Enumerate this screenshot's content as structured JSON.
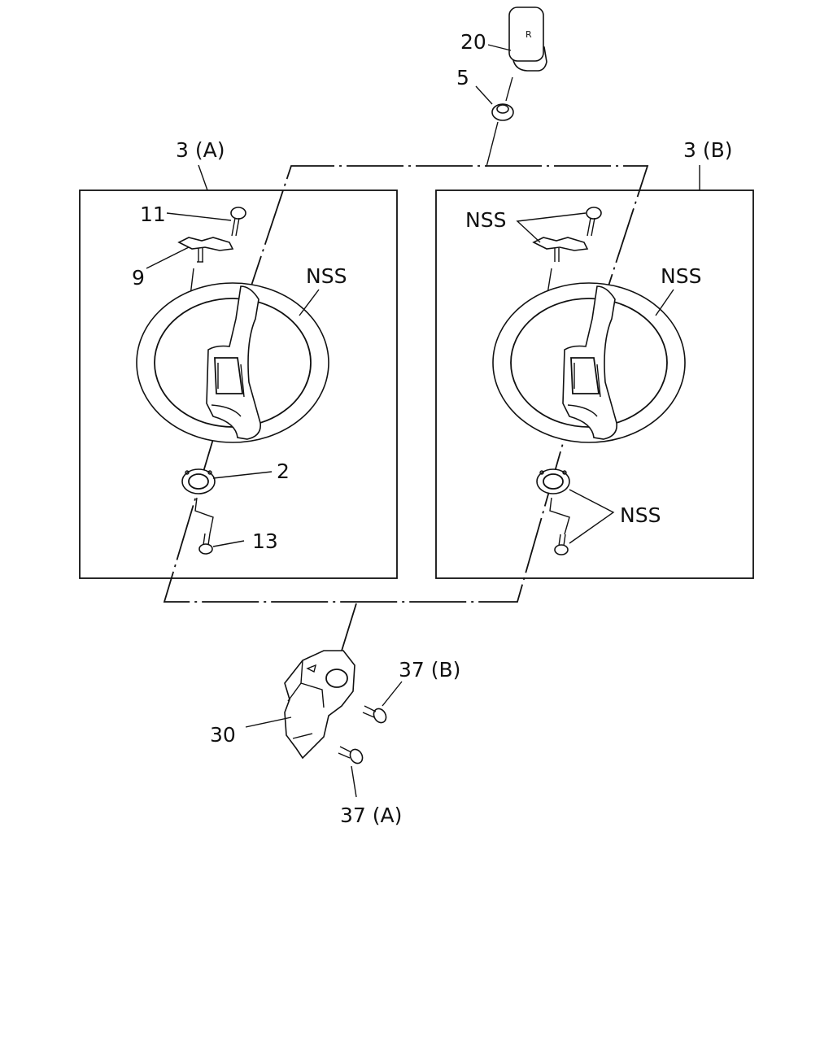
{
  "labels": {
    "part_20": "20",
    "part_5": "5",
    "variant_a": "3 (A)",
    "variant_b": "3 (B)",
    "part_11": "11",
    "part_9": "9",
    "nss_wheel_a": "NSS",
    "nss_bolt_b": "NSS",
    "nss_wheel_b": "NSS",
    "part_2": "2",
    "part_13": "13",
    "nss_ring_b": "NSS",
    "part_37b": "37 (B)",
    "part_30": "30",
    "part_37a": "37 (A)"
  },
  "horn_pad_mark": "R"
}
